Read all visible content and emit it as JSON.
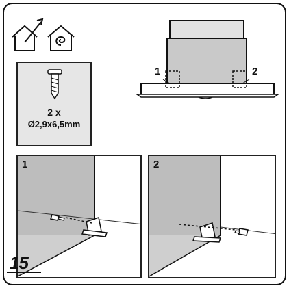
{
  "icons": [
    "indoor-outlet-icon",
    "recirculation-icon"
  ],
  "screw": {
    "quantity": "2 x",
    "size": "Ø2,9x6,5mm"
  },
  "top_view": {
    "label_left": "1",
    "label_right": "2"
  },
  "panels": [
    {
      "label": "1"
    },
    {
      "label": "2"
    }
  ],
  "step_number": "15"
}
